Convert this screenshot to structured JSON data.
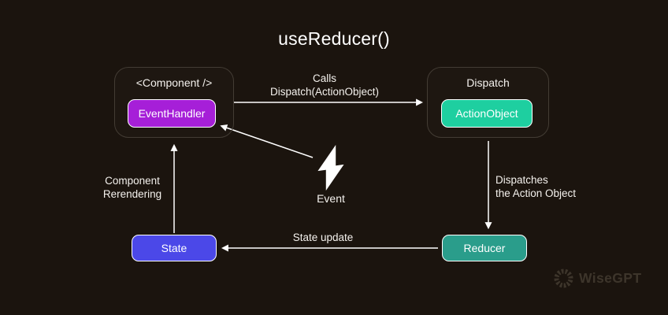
{
  "title": "useReducer()",
  "colors": {
    "background": "#1b140e",
    "event_handler": "#a61fd8",
    "action_object": "#1ecfa0",
    "reducer": "#2a9d8b",
    "state": "#4b48e8",
    "arrow": "#ffffff",
    "watermark": "#3d352b"
  },
  "nodes": {
    "component": {
      "label": "<Component />",
      "inner": "EventHandler"
    },
    "dispatch": {
      "label": "Dispatch",
      "inner": "ActionObject"
    },
    "reducer": {
      "label": "Reducer"
    },
    "state": {
      "label": "State"
    }
  },
  "edges": {
    "calls": {
      "line1": "Calls",
      "line2": "Dispatch(ActionObject)"
    },
    "dispatches": {
      "line1": "Dispatches",
      "line2": "the Action Object"
    },
    "state_update": {
      "label": "State update"
    },
    "rerendering": {
      "line1": "Component",
      "line2": "Rerendering"
    },
    "event": {
      "label": "Event"
    }
  },
  "watermark": {
    "label": "WiseGPT"
  }
}
